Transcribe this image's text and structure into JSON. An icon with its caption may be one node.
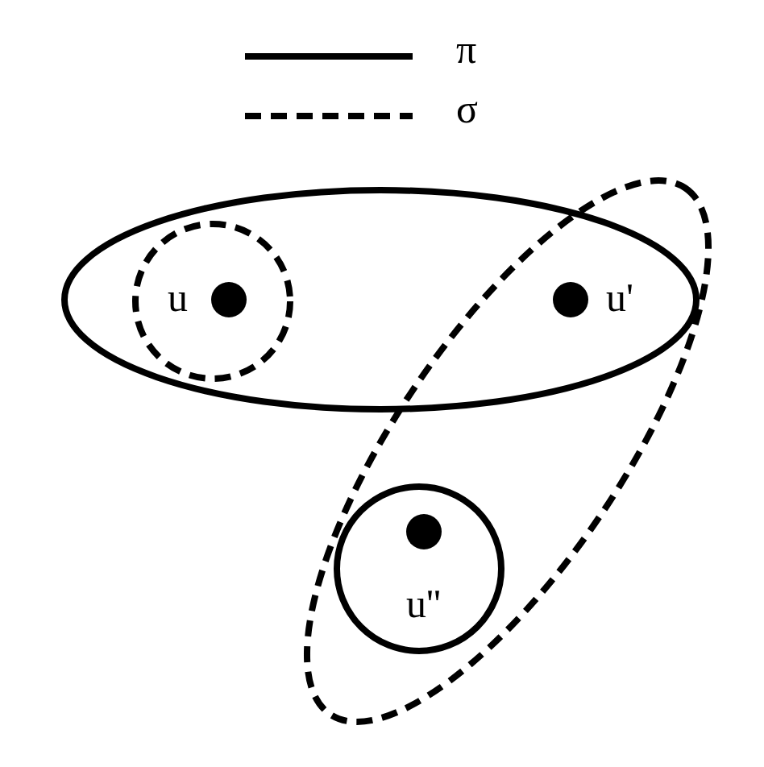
{
  "diagram": {
    "nodes": [
      {
        "text": [],
        "shape": "ellipse"
      },
      {
        "text": [
          "u"
        ],
        "in": 0
      },
      {
        "text": [
          "u'"
        ]
      },
      {
        "text": [],
        "shape": "ellipse"
      },
      {
        "text": [
          "u''"
        ],
        "in": 3
      }
    ],
    "legend": [
      {
        "text": "π"
      },
      {
        "text": "σ"
      }
    ]
  }
}
